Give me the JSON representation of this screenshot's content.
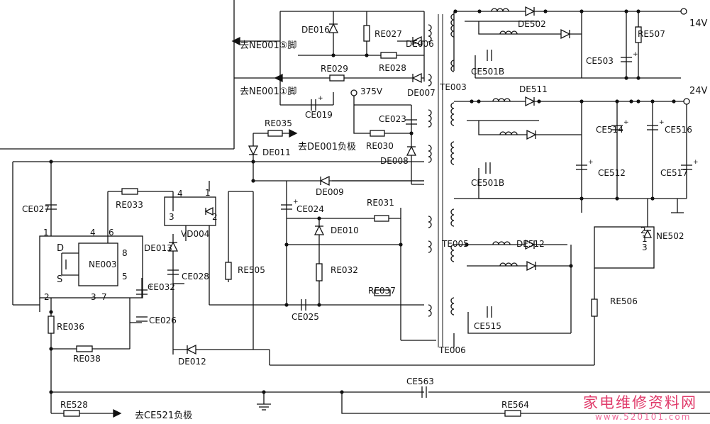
{
  "labels": {
    "voltage_14v": "14V",
    "voltage_24v": "24V",
    "voltage_375v": "375V",
    "to_ne001_pin5": "去NE001⑤脚",
    "to_ne001_pin1": "去NE001①脚",
    "to_de001_neg": "去DE001负极",
    "to_ce521_neg": "去CE521负极"
  },
  "components": {
    "de016": "DE016",
    "re027": "RE027",
    "de006": "DE006",
    "re028": "RE028",
    "re029": "RE029",
    "de007": "DE007",
    "ce019": "CE019",
    "re035": "RE035",
    "de011": "DE011",
    "ce023": "CE023",
    "re030": "RE030",
    "de008": "DE008",
    "te003": "TE003",
    "de502": "DE502",
    "re507": "RE507",
    "ce501b_top": "CE501B",
    "ce503": "CE503",
    "de511": "DE511",
    "ce514": "CE514",
    "ce516": "CE516",
    "ce501b_mid": "CE501B",
    "ce512": "CE512",
    "ce517": "CE517",
    "ne502": "NE502",
    "ce027": "CE027",
    "re033": "RE033",
    "vd004": "VD004",
    "de013": "DE013",
    "ne003": "NE003",
    "ce032": "CE032",
    "ce028": "CE028",
    "ce026": "CE026",
    "de009": "DE009",
    "ce024": "CE024",
    "re031": "RE031",
    "de010": "DE010",
    "re505": "RE505",
    "re032": "RE032",
    "te005": "TE005",
    "de512": "DE512",
    "re506": "RE506",
    "re037": "RE037",
    "ce025": "CE025",
    "ce515": "CE515",
    "te006": "TE006",
    "re036": "RE036",
    "re038": "RE038",
    "de012": "DE012",
    "ce563": "CE563",
    "re528": "RE528",
    "re564": "RE564"
  },
  "pins": {
    "p1_ne": "1",
    "p4_ne": "4",
    "p6_ne": "6",
    "p8_ne": "8",
    "p5_ne": "5",
    "p2_ne": "2",
    "p3_ne": "3",
    "p7_ne": "7",
    "d_ne": "D",
    "s_ne": "S",
    "p4_vd": "4",
    "p1_vd": "1",
    "p3_vd": "3",
    "p2_vd": "2",
    "p2_ne502": "2",
    "p1_ne502": "1",
    "p3_ne502": "3"
  },
  "watermark": {
    "cn": "家电维修资料网",
    "url": "www.520101.com"
  }
}
